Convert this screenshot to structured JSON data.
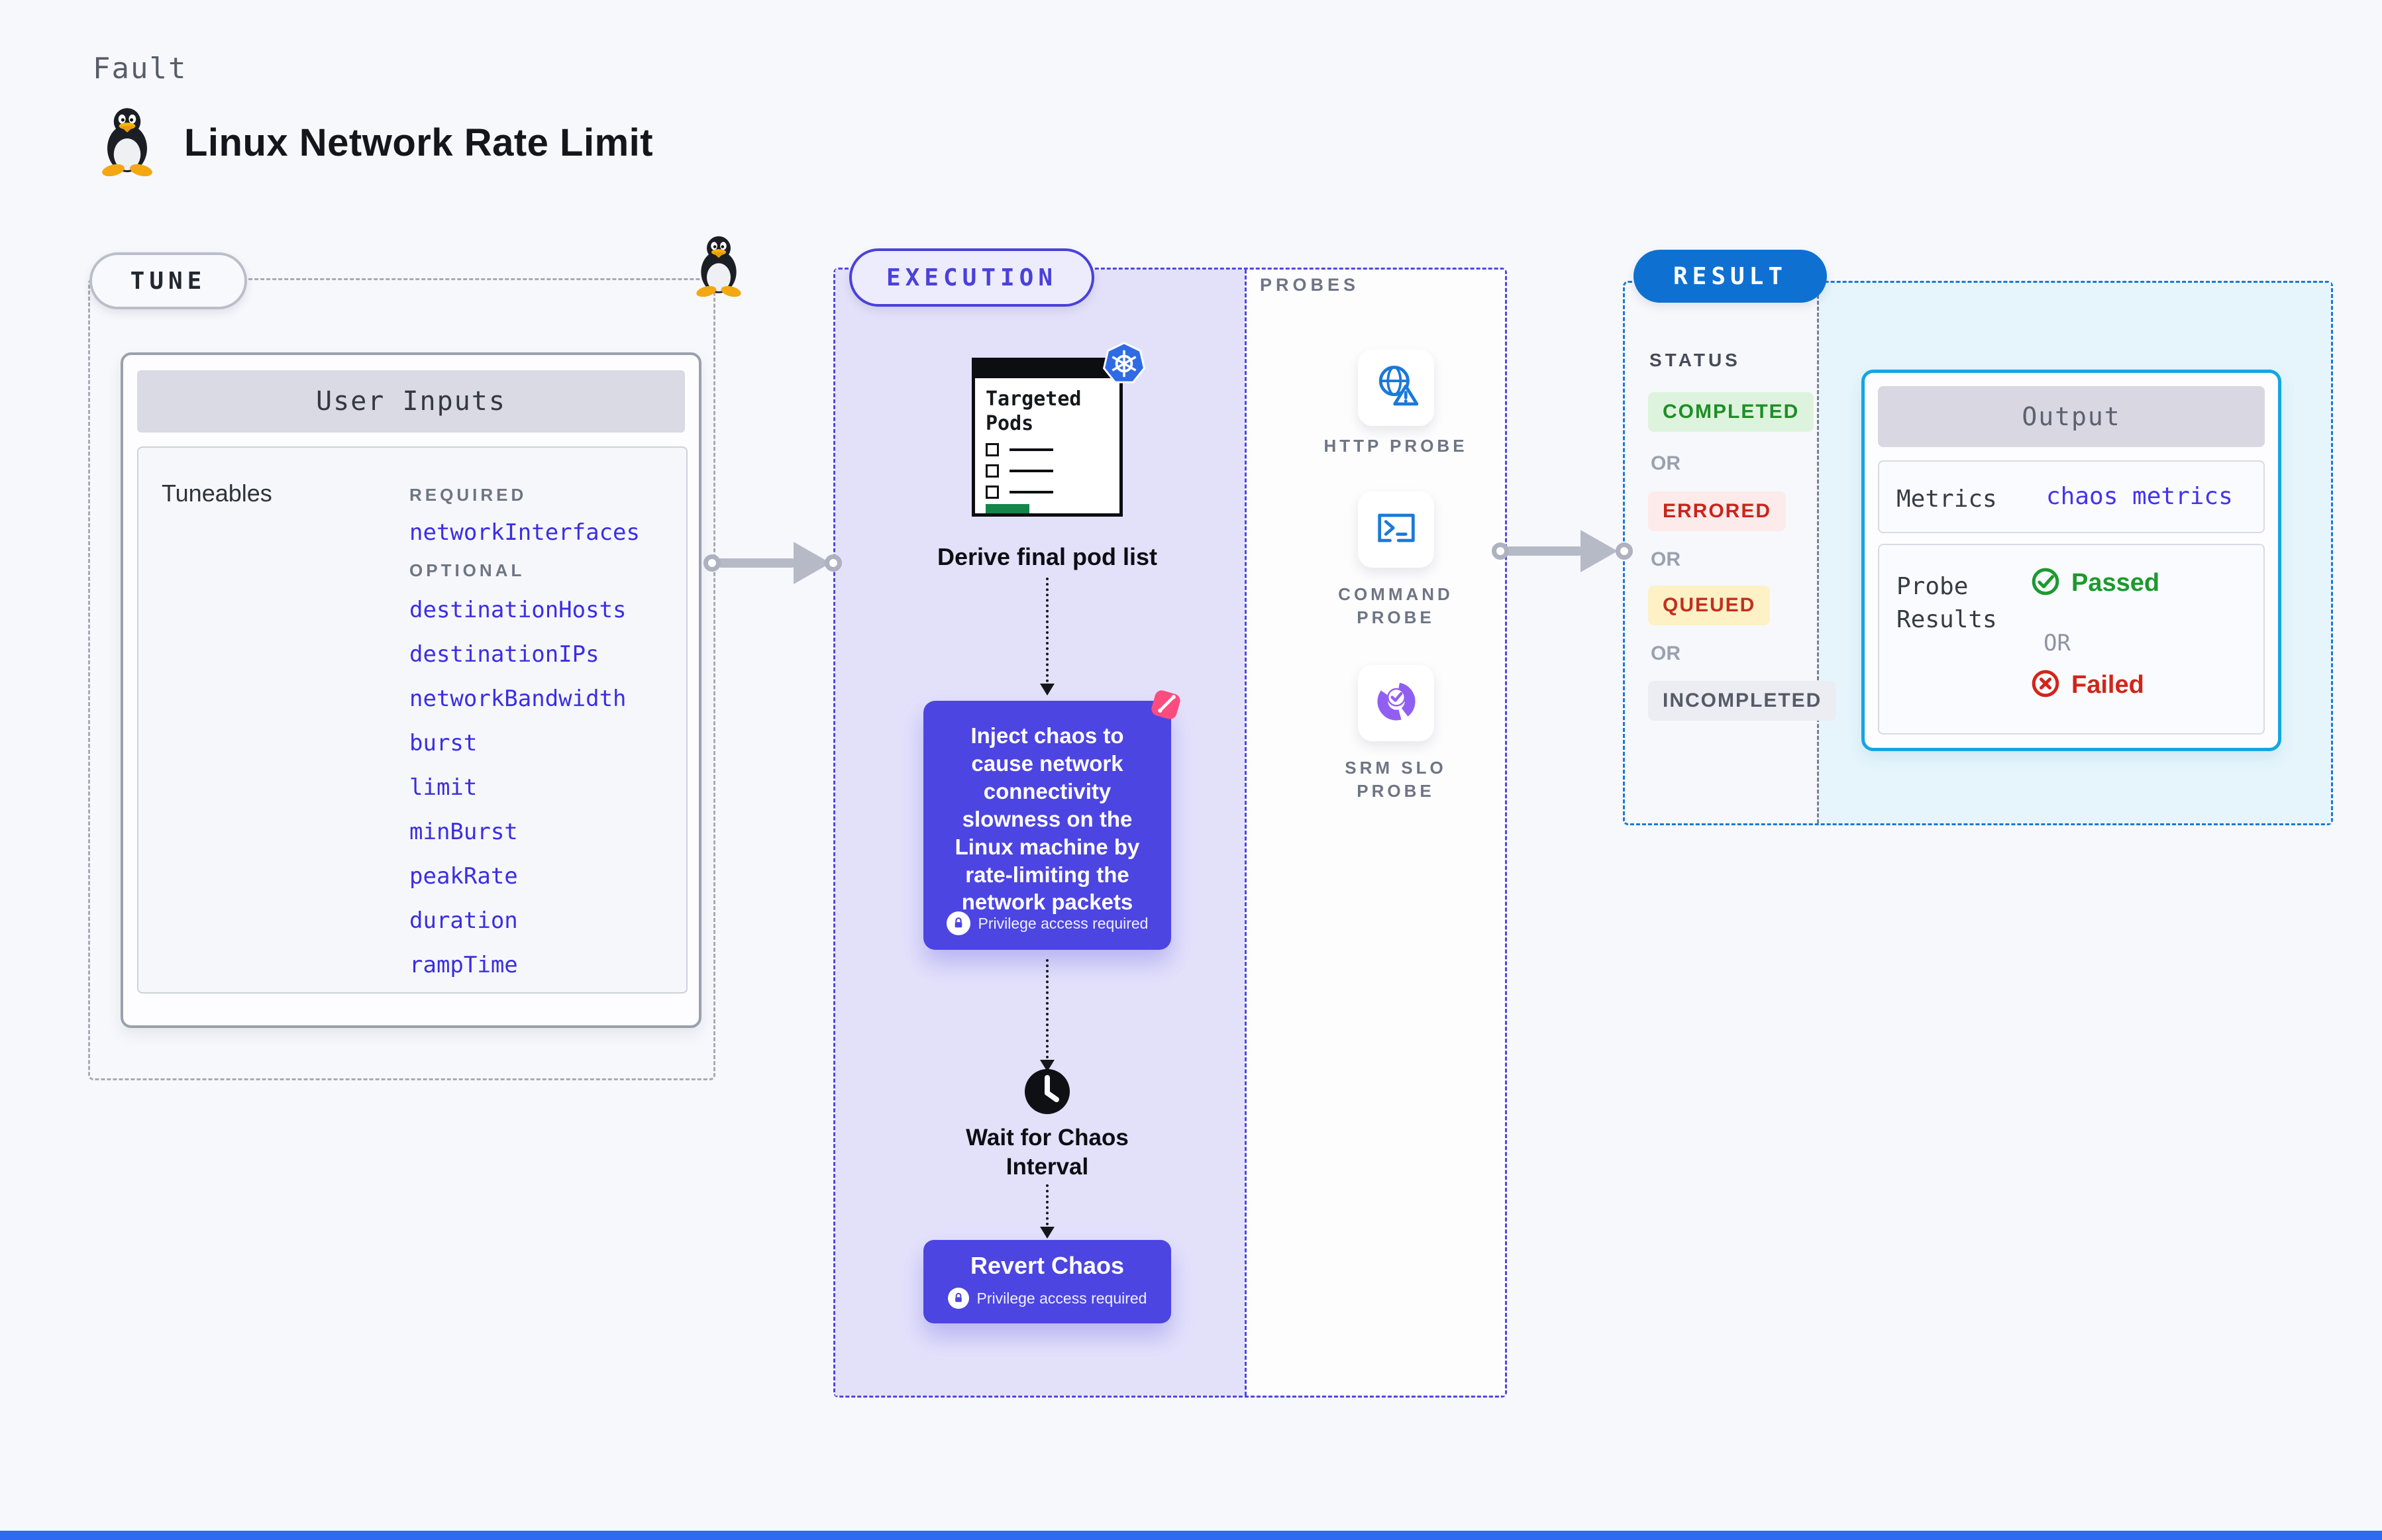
{
  "page": {
    "kicker": "Fault",
    "title": "Linux Network Rate Limit"
  },
  "colors": {
    "page_bg": "#f7f8fc",
    "tune_border": "#a6abb5",
    "execution_accent": "#4f46e5",
    "execution_fill": "#e3e1fa",
    "chaos_box": "#4c45e2",
    "chaos_spark_pink": "#fb4c80",
    "result_accent": "#1879d8",
    "result_pill": "#0e71d1",
    "result_fill": "#e6f5fc",
    "output_border": "#16a5e2",
    "tuneable_link": "#3b2ee2",
    "completed_fg": "#1e8e27",
    "completed_bg": "#def3dd",
    "errored_fg": "#cb241c",
    "errored_bg": "#fcebea",
    "queued_fg": "#c32f20",
    "queued_bg": "#fdf1c5",
    "incompleted_fg": "#555b66",
    "incompleted_bg": "#ececf3",
    "passed_green": "#1b9a2e",
    "failed_red": "#d2251a",
    "probe_icon_blue": "#1b79d8",
    "slo_icon_purple": "#915ef2",
    "kubernetes_blue": "#2e6be5",
    "pod_button_green": "#15864a",
    "bottom_bar_blue": "#2e6bf2"
  },
  "icons": {
    "header_icon": "tux-penguin-icon",
    "tune_corner_icon": "tux-penguin-icon",
    "pod_badge": "kubernetes-icon",
    "inject_badge": "chaos-spark-icon",
    "privilege_icon": "lock-icon",
    "wait_icon": "clock-icon",
    "http_probe_icon": "globe-alert-icon",
    "command_probe_icon": "terminal-icon",
    "srm_probe_icon": "slo-gauge-icon",
    "passed_icon": "check-circle-icon",
    "failed_icon": "x-circle-icon"
  },
  "tune": {
    "badge": "TUNE",
    "card_title": "User Inputs",
    "tuneables_label": "Tuneables",
    "required_label": "REQUIRED",
    "required_items": [
      "networkInterfaces"
    ],
    "optional_label": "OPTIONAL",
    "optional_items": [
      "destinationHosts",
      "destinationIPs",
      "networkBandwidth",
      "burst",
      "limit",
      "minBurst",
      "peakRate",
      "duration",
      "rampTime"
    ]
  },
  "execution": {
    "badge": "EXECUTION",
    "pod_card_title": "Targeted Pods",
    "derive_step": "Derive final pod list",
    "inject_text": "Inject chaos to cause network connectivity slowness on the Linux machine by rate-limiting the network packets",
    "privilege_note": "Privilege access required",
    "wait_line1": "Wait for Chaos",
    "wait_line2": "Interval",
    "revert_label": "Revert Chaos"
  },
  "probes": {
    "label": "PROBES",
    "items": [
      {
        "line1": "HTTP PROBE",
        "line2": "",
        "icon": "globe-alert-icon"
      },
      {
        "line1": "COMMAND",
        "line2": "PROBE",
        "icon": "terminal-icon"
      },
      {
        "line1": "SRM SLO",
        "line2": "PROBE",
        "icon": "slo-gauge-icon"
      }
    ]
  },
  "result": {
    "badge": "RESULT",
    "status_label": "STATUS",
    "or_label": "OR",
    "statuses": [
      {
        "label": "COMPLETED",
        "fg": "#1e8e27",
        "bg": "#def3dd"
      },
      {
        "label": "ERRORED",
        "fg": "#cb241c",
        "bg": "#fcebea"
      },
      {
        "label": "QUEUED",
        "fg": "#c32f20",
        "bg": "#fdf1c5"
      },
      {
        "label": "INCOMPLETED",
        "fg": "#555b66",
        "bg": "#ececf3"
      }
    ],
    "output": {
      "title": "Output",
      "metrics_label": "Metrics",
      "metrics_value": "chaos metrics",
      "probe_results_label": "Probe Results",
      "passed_label": "Passed",
      "or_label": "OR",
      "failed_label": "Failed"
    }
  }
}
